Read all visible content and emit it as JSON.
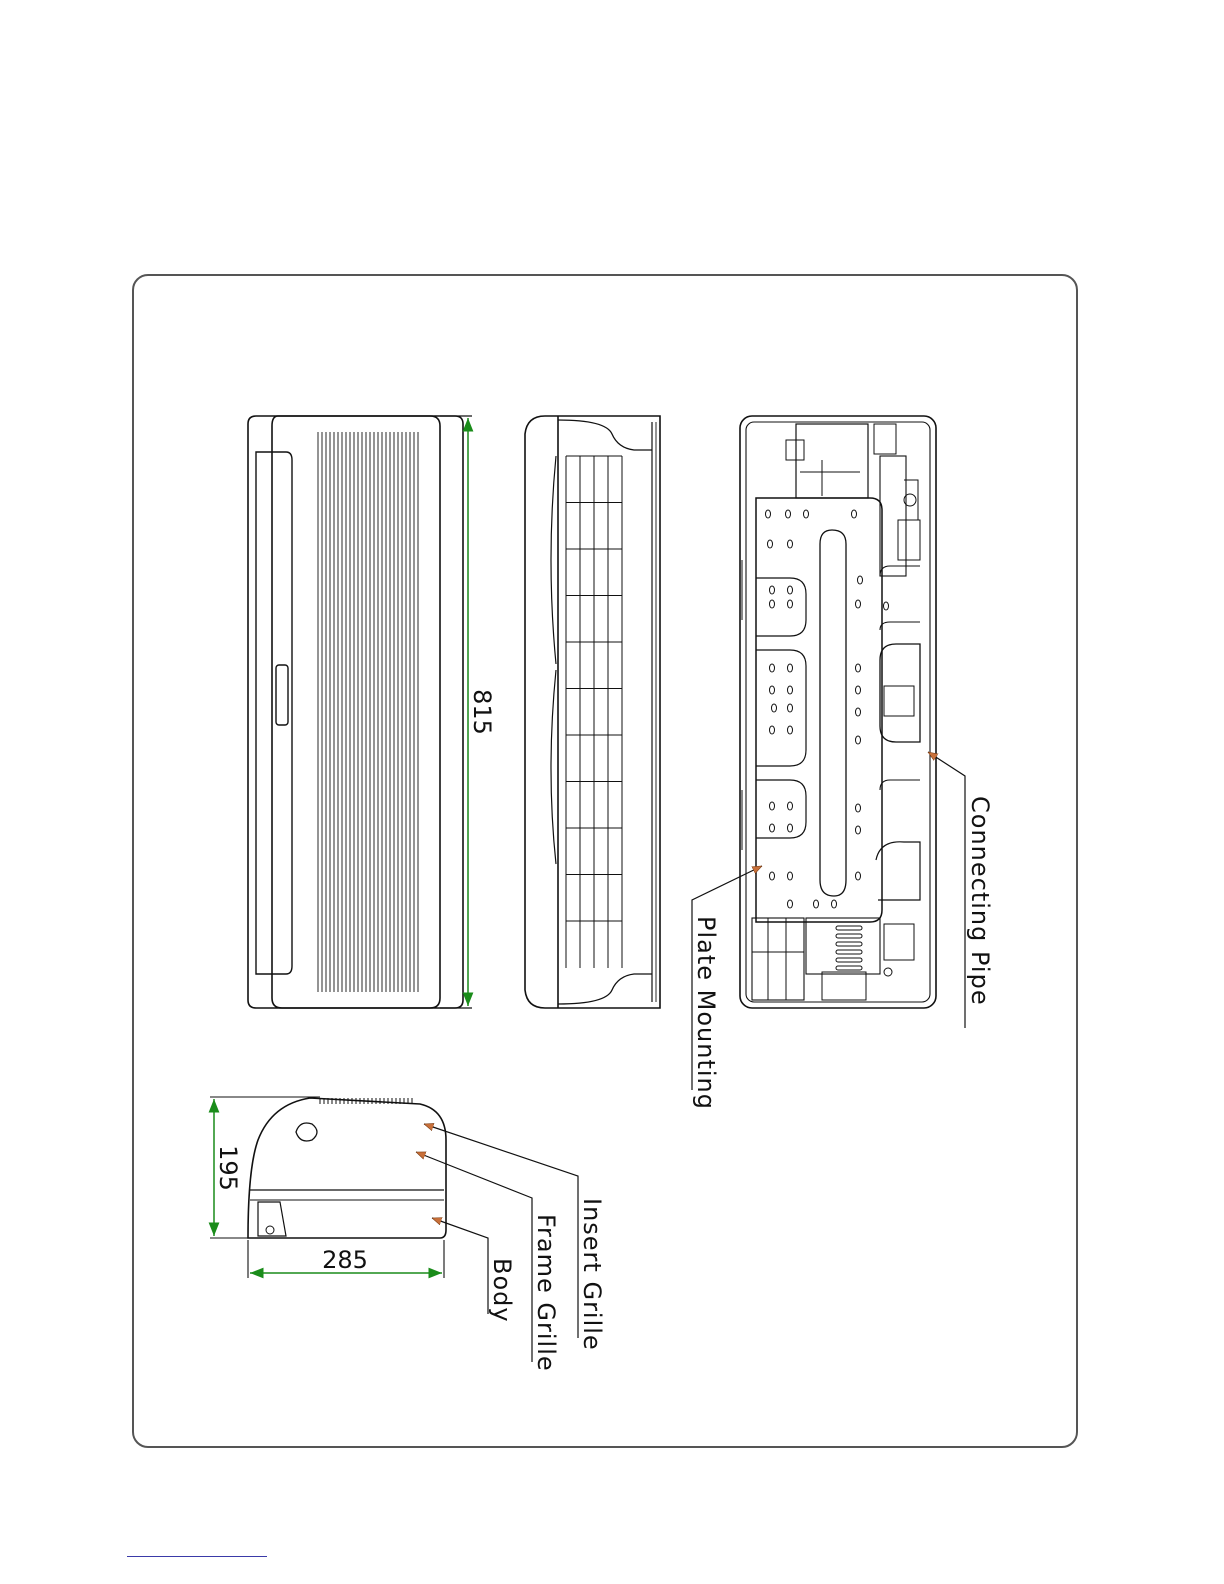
{
  "dimensions": {
    "width": "815",
    "height": "195",
    "depth": "285"
  },
  "labels": {
    "connecting_pipe": "Connecting Pipe",
    "plate_mounting": "Plate Mounting",
    "insert_grille": "Insert Grille",
    "frame_grille": "Frame Grille",
    "body": "Body"
  },
  "colors": {
    "line": "#111111",
    "frame": "#555555",
    "dimension_arrow": "#1a8c1a",
    "leader_arrow": "#c8703a"
  }
}
